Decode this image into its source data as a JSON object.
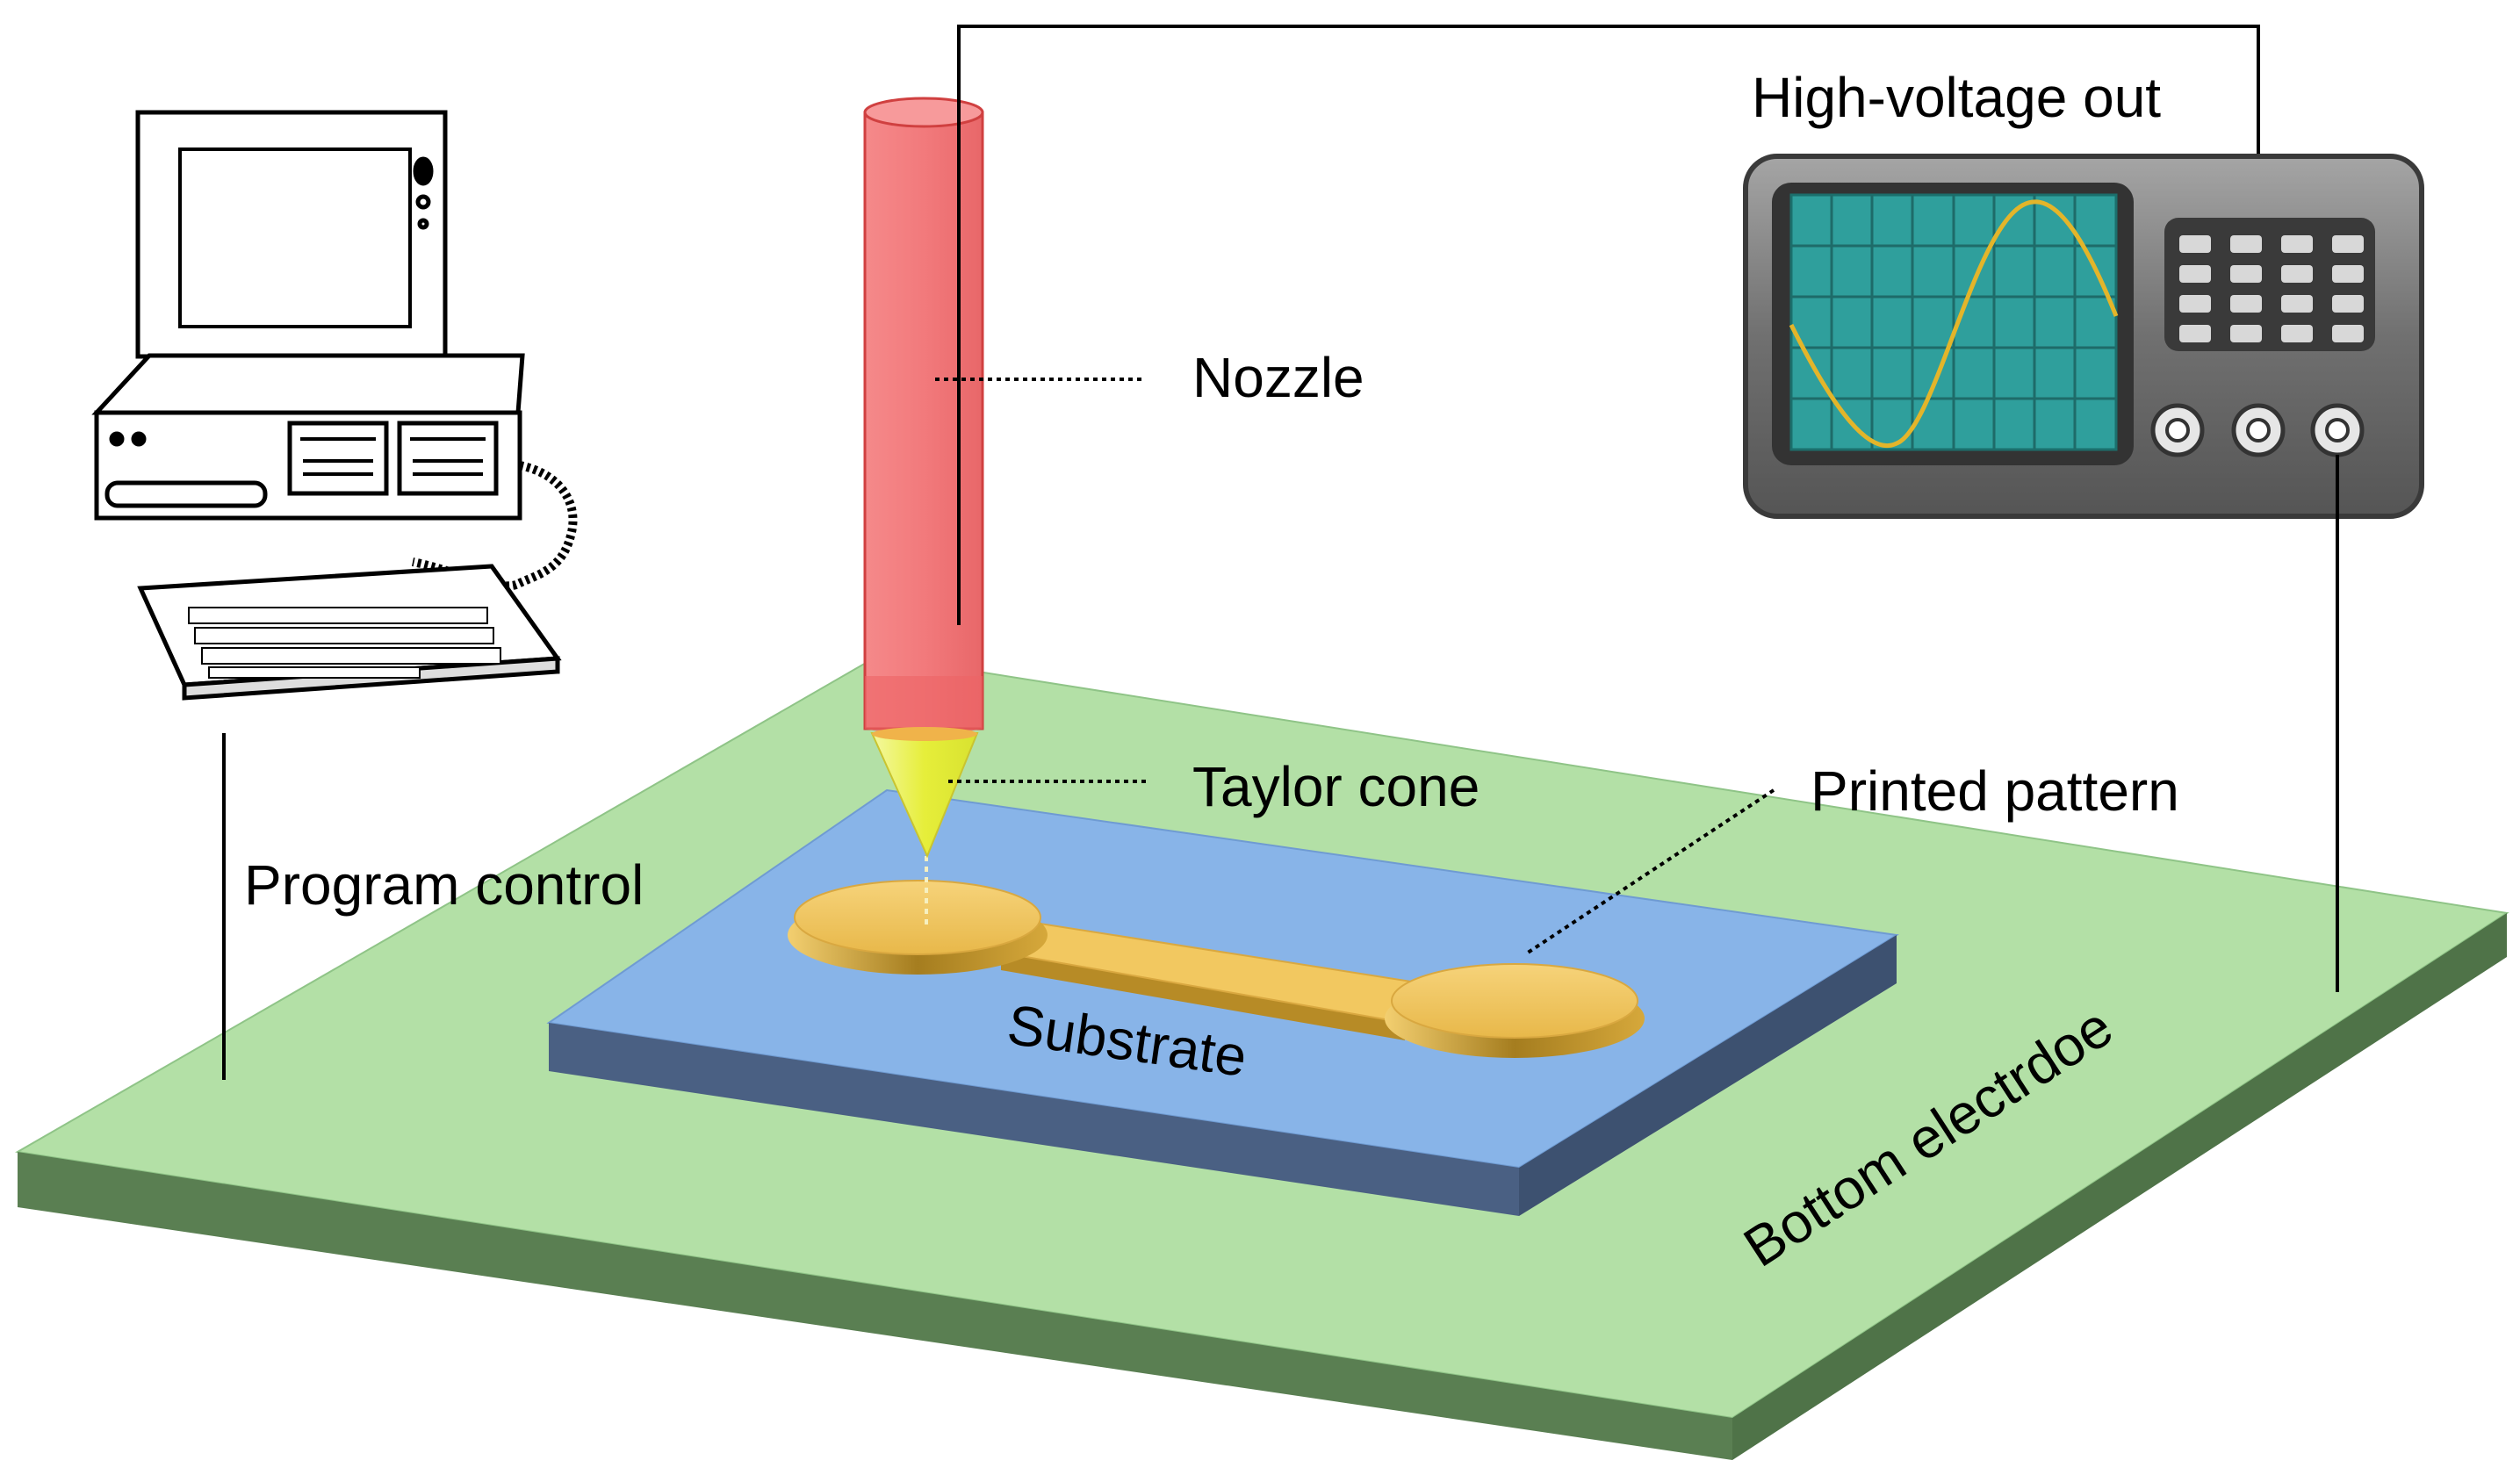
{
  "labels": {
    "nozzle": "Nozzle",
    "taylor_cone": "Taylor cone",
    "printed_pattern": "Printed pattern",
    "high_voltage": "High-voltage out",
    "program_control": "Program control",
    "substrate": "Substrate",
    "bottom_electrode": "Bottom electrdoe"
  },
  "colors": {
    "electrode_top": "#b3e0a6",
    "electrode_side": "#5a7f52",
    "substrate_top": "#88b4e8",
    "substrate_side": "#4a6083",
    "nozzle": "#f07f80",
    "taylor_cone": "#e8f050",
    "pattern": "#f2c860",
    "scope_screen": "#2f9f9c",
    "scope_body": "#7a7a7a",
    "waveform": "#e3b52a"
  },
  "icons": {
    "computer": "desktop-computer-icon",
    "oscilloscope": "oscilloscope-icon"
  }
}
